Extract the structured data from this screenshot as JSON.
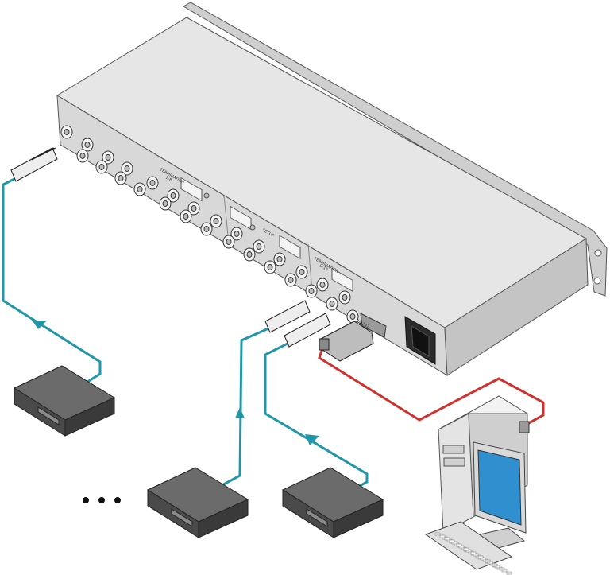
{
  "colors": {
    "cable_video": "#1f97a9",
    "cable_serial": "#d0312d",
    "chassis_top": "#e6e6e6",
    "chassis_front": "#d8d8d8",
    "chassis_side": "#c4c4c4",
    "device_dark": "#4a4a4a",
    "device_mid": "#6b6b6b",
    "monitor_screen": "#2f8fcf"
  },
  "rear_panel": {
    "label_term_a": "TERMINATION",
    "label_term_a_sub": "1-8",
    "label_setup": "SETUP",
    "label_term_b": "TERMINATION",
    "label_term_b_sub": "9-16",
    "label_rs232": "RS-232"
  },
  "icons": [
    "bnc-connector-icon",
    "dip-switch-icon",
    "db9-connector-icon",
    "power-socket-icon",
    "flow-arrow-icon",
    "ellipsis-icon"
  ]
}
